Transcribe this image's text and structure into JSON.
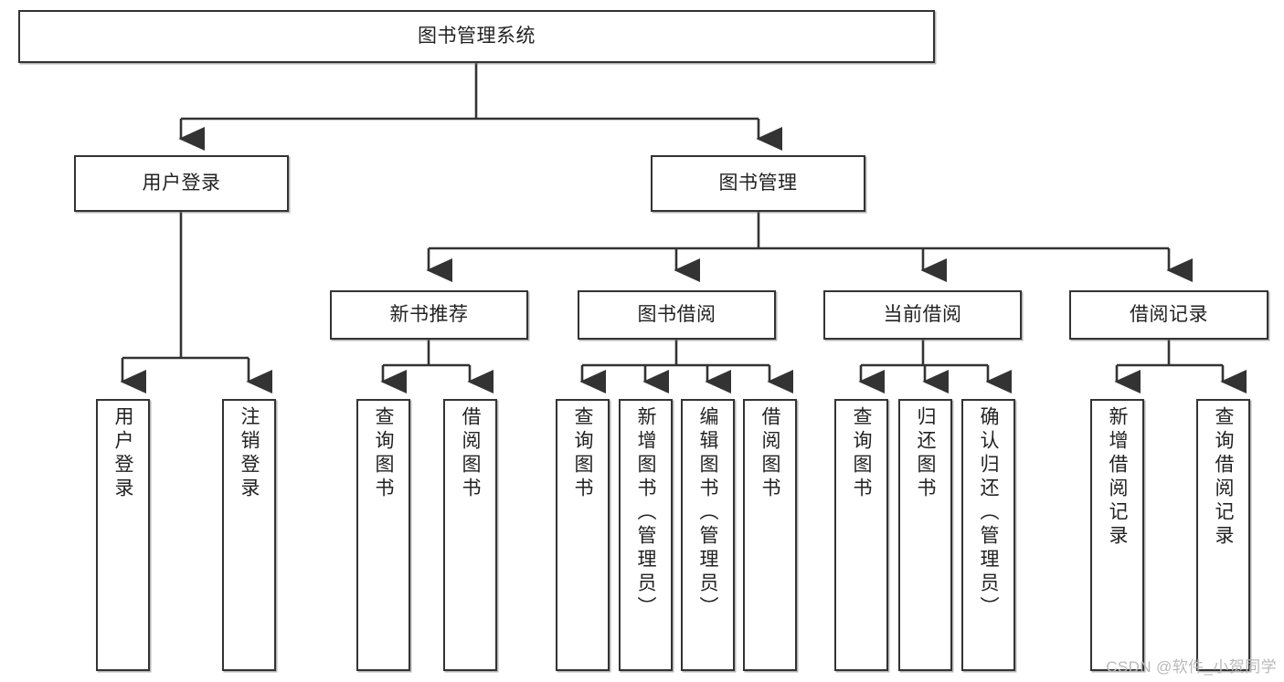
{
  "diagram": {
    "title": "图书管理系统",
    "type": "hierarchy-tree",
    "watermark": "CSDN @软件_小贺同学",
    "colors": {
      "box_border": "#333333",
      "box_fill": "#ffffff",
      "connector": "#333333",
      "text": "#222222",
      "watermark": "#b9b9b9"
    },
    "nodes": {
      "root": {
        "label": "图书管理系统"
      },
      "level2": [
        {
          "label": "用户登录"
        },
        {
          "label": "图书管理"
        }
      ],
      "level3": [
        {
          "label": "新书推荐"
        },
        {
          "label": "图书借阅"
        },
        {
          "label": "当前借阅"
        },
        {
          "label": "借阅记录"
        }
      ],
      "leaves": {
        "user_login": [
          {
            "label": "用户登录"
          },
          {
            "label": "注销登录"
          }
        ],
        "new_book_recommend": [
          {
            "label": "查询图书"
          },
          {
            "label": "借阅图书"
          }
        ],
        "book_borrow": [
          {
            "label": "查询图书"
          },
          {
            "label": "新增图书（管理员）"
          },
          {
            "label": "编辑图书（管理员）"
          },
          {
            "label": "借阅图书"
          }
        ],
        "current_borrow": [
          {
            "label": "查询图书"
          },
          {
            "label": "归还图书"
          },
          {
            "label": "确认归还（管理员）"
          }
        ],
        "borrow_record": [
          {
            "label": "新增借阅记录"
          },
          {
            "label": "查询借阅记录"
          }
        ]
      }
    }
  }
}
